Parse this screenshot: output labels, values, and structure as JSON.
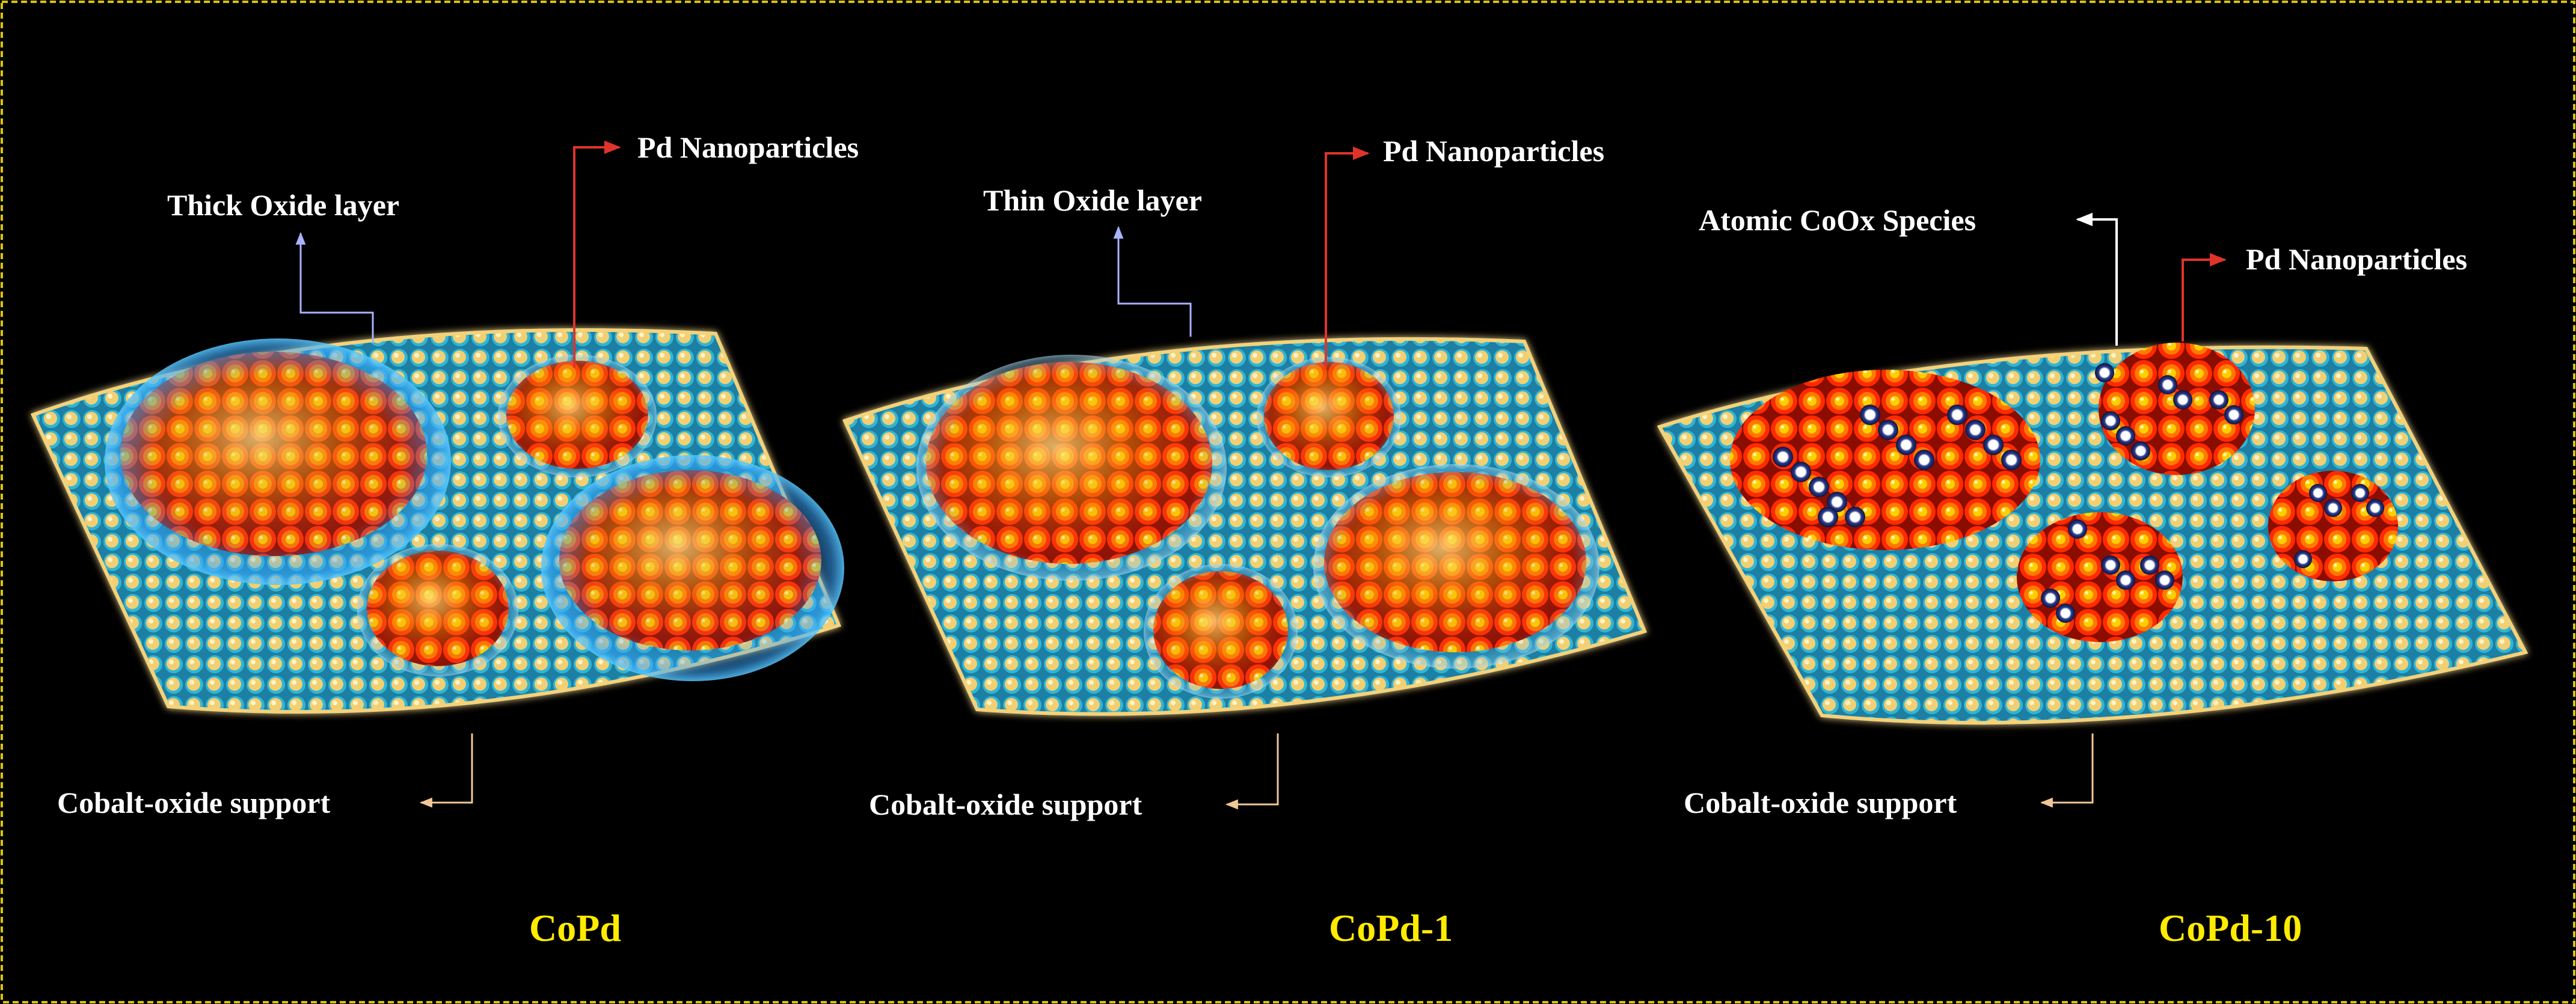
{
  "panels": [
    {
      "caption": "CoPd",
      "labels": {
        "oxide": "Thick Oxide layer",
        "pd": "Pd Nanoparticles",
        "support": "Cobalt-oxide support"
      }
    },
    {
      "caption": "CoPd-1",
      "labels": {
        "oxide": "Thin Oxide layer",
        "pd": "Pd Nanoparticles",
        "support": "Cobalt-oxide support"
      }
    },
    {
      "caption": "CoPd-10",
      "labels": {
        "atomic": "Atomic CoOx Species",
        "pd": "Pd Nanoparticles",
        "support": "Cobalt-oxide support"
      }
    }
  ],
  "colors": {
    "background": "#000000",
    "frame": "#d8c400",
    "caption": "#ffeb00",
    "label": "#ffffff",
    "support_ball": "#f2cf73",
    "support_ring": "#2aa8c8",
    "pd_outer": "#ff2a00",
    "pd_inner": "#ffd000",
    "oxide_shell": "#4fb8ff",
    "co_atom": "#2c3c8c",
    "leader_oxide": "#a9b3ff",
    "leader_pd": "#e0342a",
    "leader_support": "#f0c796"
  }
}
